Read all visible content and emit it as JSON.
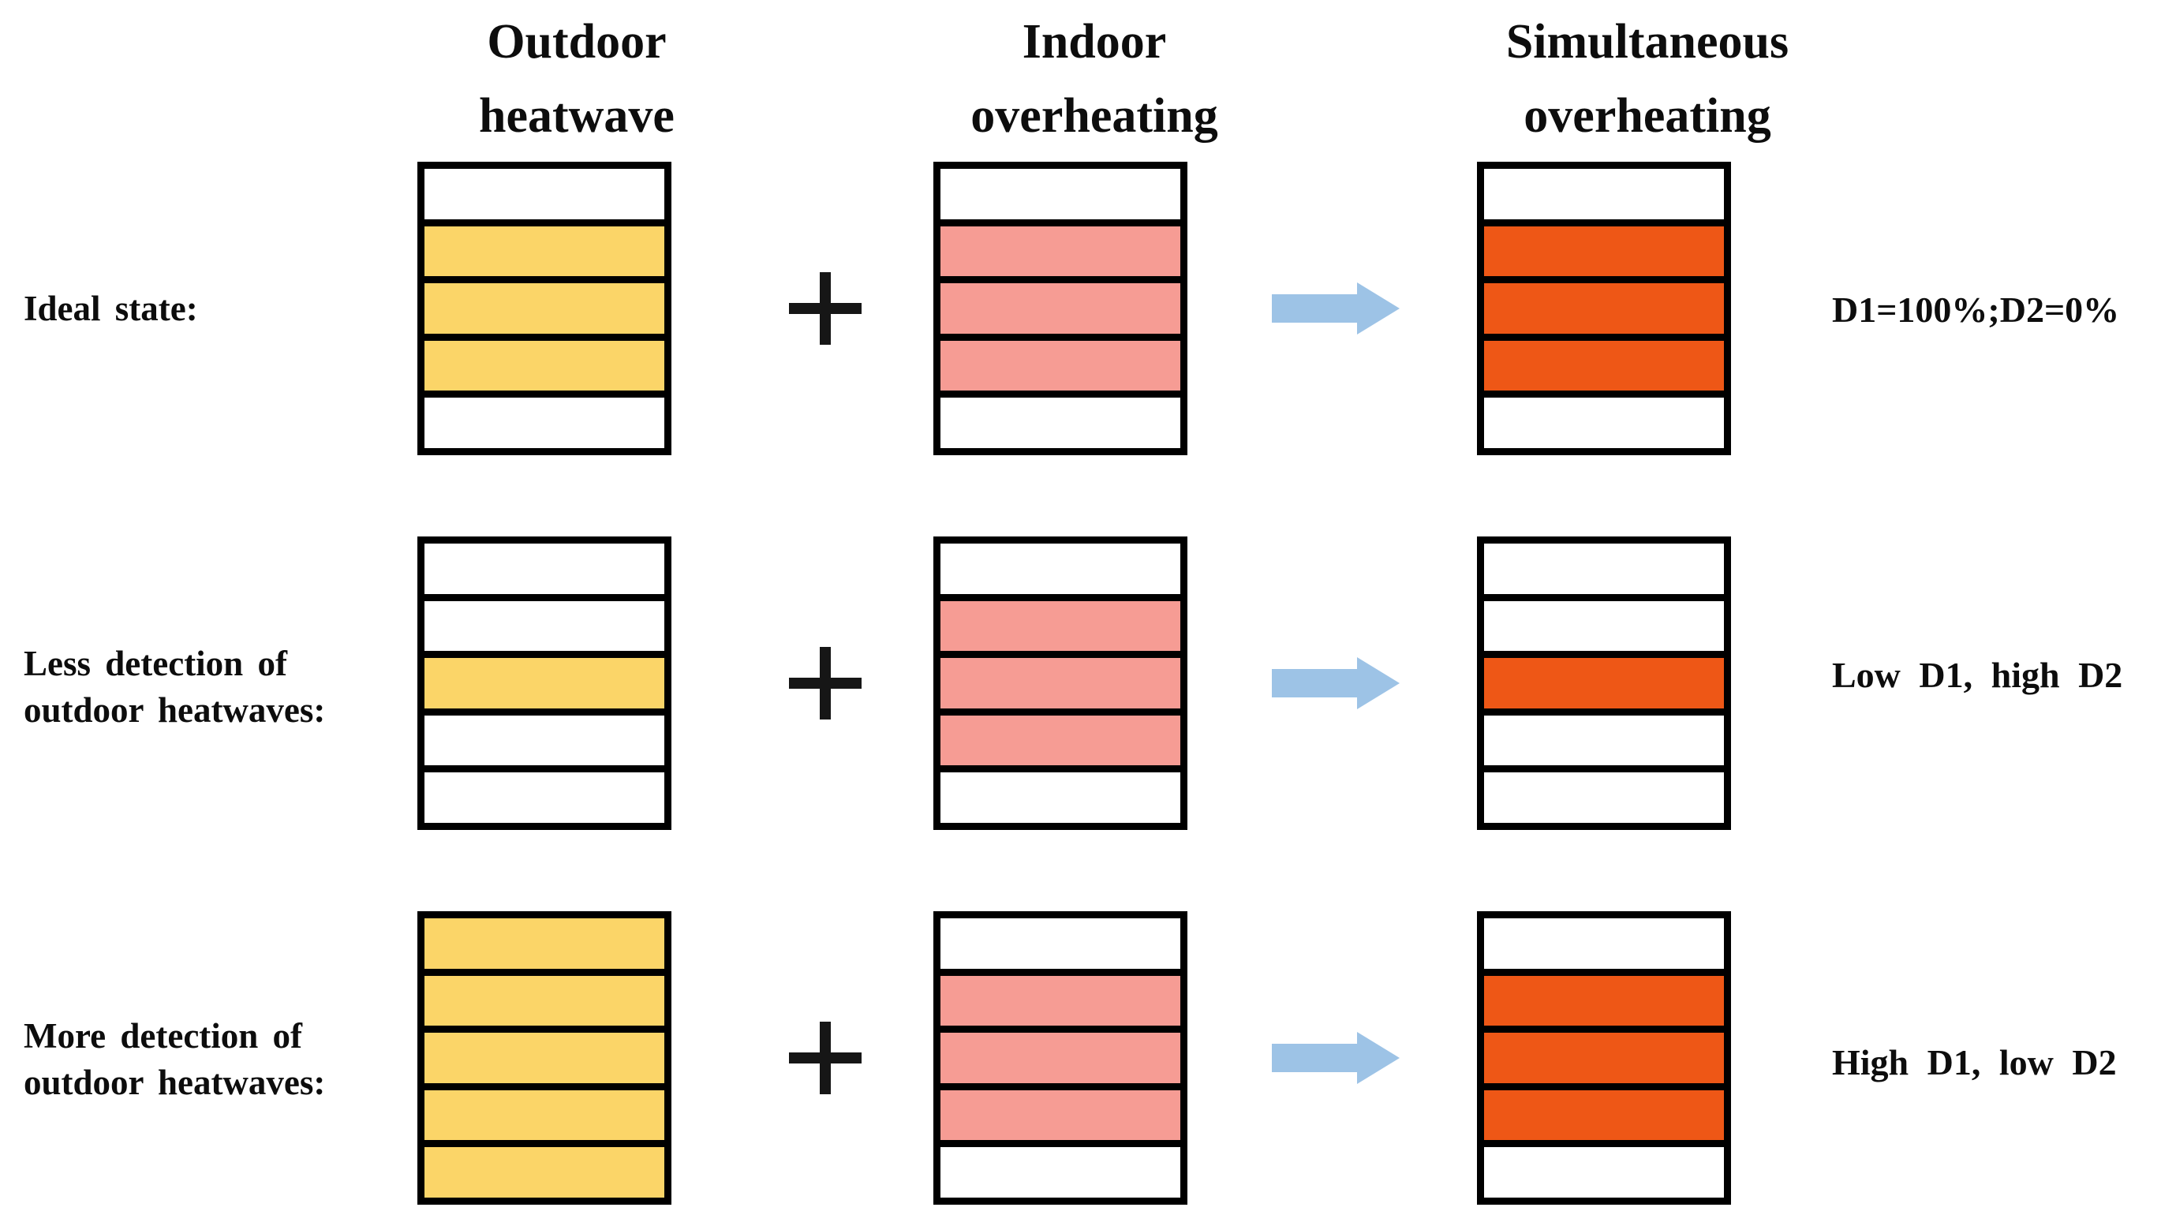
{
  "figure": {
    "column_headers": [
      {
        "id": "outdoor",
        "line1": "Outdoor",
        "line2": "heatwave"
      },
      {
        "id": "indoor",
        "line1": "Indoor",
        "line2": "overheating"
      },
      {
        "id": "simultaneous",
        "line1": "Simultaneous",
        "line2": "overheating"
      }
    ],
    "rows": [
      {
        "label_lines": [
          "Ideal state:"
        ],
        "result_label": "D1=100%;D2=0%",
        "grids": {
          "outdoor": [
            0,
            1,
            1,
            1,
            0
          ],
          "indoor": [
            0,
            1,
            1,
            1,
            0
          ],
          "simultaneous": [
            0,
            1,
            1,
            1,
            0
          ]
        }
      },
      {
        "label_lines": [
          "Less detection of",
          "outdoor heatwaves:"
        ],
        "result_label": "Low D1, high D2",
        "grids": {
          "outdoor": [
            0,
            0,
            1,
            0,
            0
          ],
          "indoor": [
            0,
            1,
            1,
            1,
            0
          ],
          "simultaneous": [
            0,
            0,
            1,
            0,
            0
          ]
        }
      },
      {
        "label_lines": [
          "More detection of",
          "outdoor heatwaves:"
        ],
        "result_label": "High D1, low D2",
        "grids": {
          "outdoor": [
            1,
            1,
            1,
            1,
            1
          ],
          "indoor": [
            0,
            1,
            1,
            1,
            0
          ],
          "simultaneous": [
            0,
            1,
            1,
            1,
            0
          ]
        }
      }
    ],
    "segments_per_grid": 5,
    "icons": {
      "plus": "+",
      "arrow_right": "➡"
    },
    "colors": {
      "outdoor_fill": "#FBD568",
      "indoor_fill": "#F69C94",
      "simultaneous_fill": "#EE5716",
      "empty_fill": "#FFFFFF",
      "grid_border": "#000000",
      "arrow_blue": "#9DC3E6",
      "text": "#000000"
    }
  }
}
